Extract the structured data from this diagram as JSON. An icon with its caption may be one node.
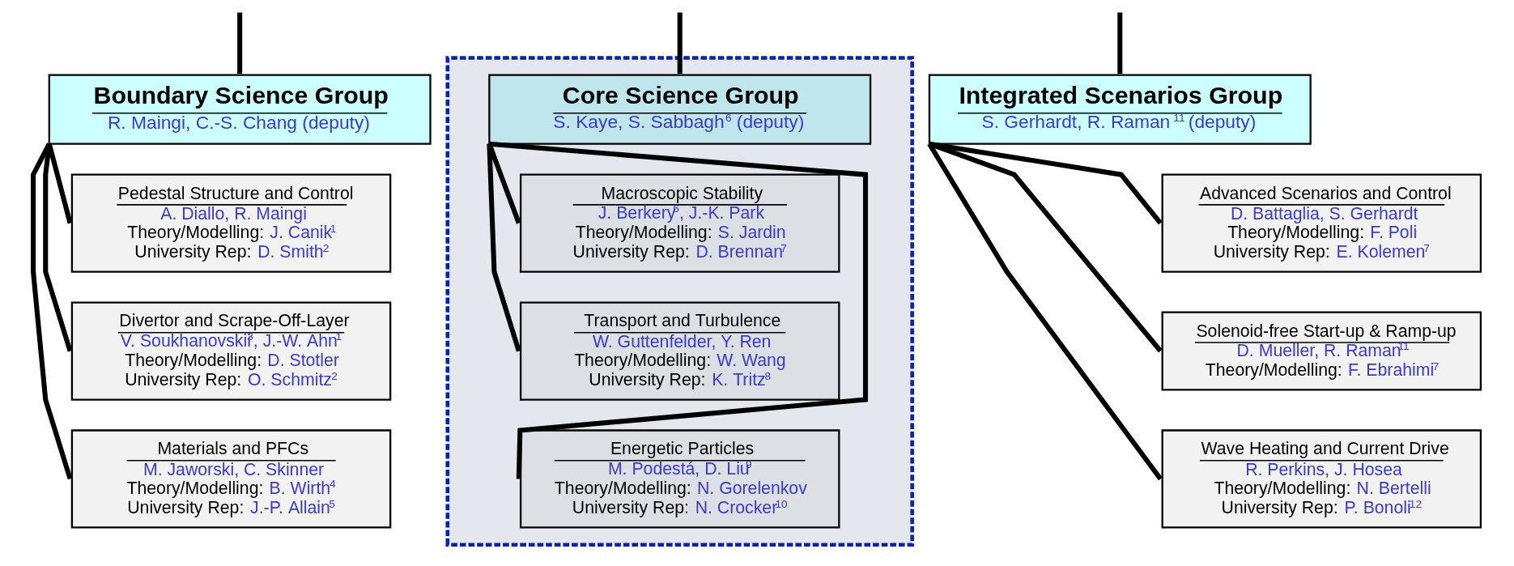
{
  "diagram": {
    "nodes": [
      {
        "text": [
          "Boundary Science Group",
          "R. Maingi, C.-S. Chang (deputy)"
        ]
      },
      {
        "text": [
          "Pedestal Structure and Control",
          "A. Diallo, R. Maingi",
          "Theory/Modelling:",
          "J. Canik$^{1}$",
          "University Rep:",
          "D. Smith$^{2}$"
        ]
      },
      {
        "text": [
          "Divertor and Scrape-Off-Layer",
          "V. Soukhanovskii$^{3}$, J.-W. Ahn$^{1}$",
          "Theory/Modelling:",
          "D. Stotler",
          "University Rep:",
          "O. Schmitz$^{2}$"
        ]
      },
      {
        "text": [
          "Materials and PFCs",
          "M. Jaworski, C. Skinner",
          "Theory/Modelling:",
          "B. Wirth$^{4}$",
          "University Rep:",
          "J.-P. Allain$^{5}$"
        ]
      },
      {
        "text": [],
        "shape": "box"
      },
      {
        "text": [
          "Core Science Group",
          "S. Kaye, S. Sabbagh$^{6}$ (deputy)"
        ],
        "in": 4
      },
      {
        "text": [
          "Macroscopic Stability",
          "J. Berkery$^{6}$, J.-K. Park",
          "Theory/Modelling:",
          "S. Jardin",
          "University Rep:",
          "D. Brennan$^{7}$"
        ],
        "in": 4
      },
      {
        "text": [
          "Transport and Turbulence",
          "W. Guttenfelder, Y. Ren",
          "Theory/Modelling:",
          "W. Wang",
          "University Rep:",
          "K. Tritz$^{8}$"
        ],
        "in": 4
      },
      {
        "text": [
          "Energetic Particles",
          "M. Podestá, D. Liu$^{9}$",
          "Theory/Modelling:",
          "N. Gorelenkov",
          "University Rep:",
          "N. Crocker$^{10}$"
        ],
        "in": 4
      },
      {
        "text": [
          "Integrated Scenarios Group",
          "S. Gerhardt, R. Raman$^{11}$ (deputy)"
        ]
      },
      {
        "text": [
          "Advanced Scenarios and Control",
          "D. Battaglia, S. Gerhardt",
          "Theory/Modelling:",
          "F. Poli",
          "University Rep:",
          "E. Kolemen$^{7}$"
        ]
      },
      {
        "text": [
          "Solenoid-free Start-up & Ramp-up",
          "D. Mueller, R. Raman$^{11}$",
          "Theory/Modelling:",
          "F. Ebrahimi$^{7}$"
        ]
      },
      {
        "text": [
          "Wave Heating and Current Drive",
          "R. Perkins, J. Hosea",
          "Theory/Modelling:",
          "N. Bertelli",
          "University Rep:",
          "P. Bonoli$^{12}$"
        ]
      }
    ],
    "edges": [
      {
        "from": null,
        "to": 0,
        "arrow": "none"
      },
      {
        "from": null,
        "to": 5,
        "arrow": "none"
      },
      {
        "from": null,
        "to": 9,
        "arrow": "none"
      },
      {
        "from": 0,
        "to": 1,
        "arrow": "none"
      },
      {
        "from": 0,
        "to": 2,
        "arrow": "none"
      },
      {
        "from": 0,
        "to": 3,
        "arrow": "none"
      },
      {
        "from": 5,
        "to": 6,
        "arrow": "none"
      },
      {
        "from": 5,
        "to": 7,
        "arrow": "none"
      },
      {
        "from": 5,
        "to": 8,
        "arrow": "none"
      },
      {
        "from": 9,
        "to": 10,
        "arrow": "none"
      },
      {
        "from": 9,
        "to": 11,
        "arrow": "none"
      },
      {
        "from": 9,
        "to": 12,
        "arrow": "none"
      }
    ]
  }
}
